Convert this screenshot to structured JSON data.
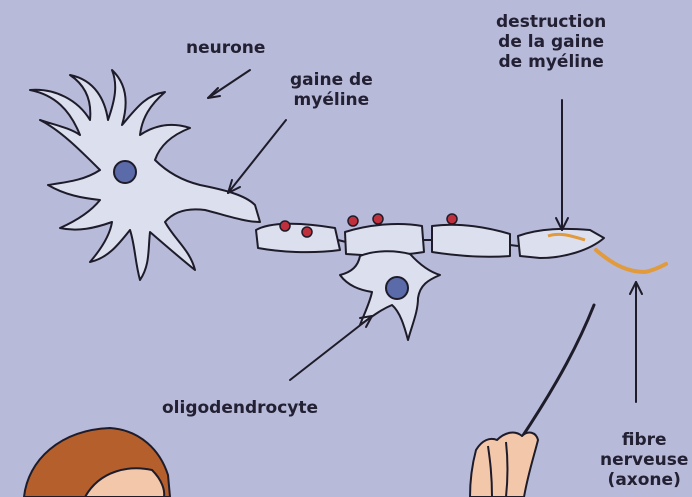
{
  "labels": {
    "neurone": "neurone",
    "gaine_line1": "gaine de",
    "gaine_line2": "myéline",
    "destruction_line1": "destruction",
    "destruction_line2": "de la gaine",
    "destruction_line3": "de myéline",
    "oligo": "oligodendrocyte",
    "fibre_line1": "fibre",
    "fibre_line2": "nerveuse",
    "fibre_line3": "(axone)"
  },
  "colors": {
    "background": "#b7bad8",
    "cell_fill": "#dcdfee",
    "outline": "#1e1c2a",
    "nucleus": "#5b6aa8",
    "red_dot": "#c0303c",
    "axon_orange": "#e19a3c",
    "hair": "#b5602c",
    "skin": "#f3c7a9"
  }
}
